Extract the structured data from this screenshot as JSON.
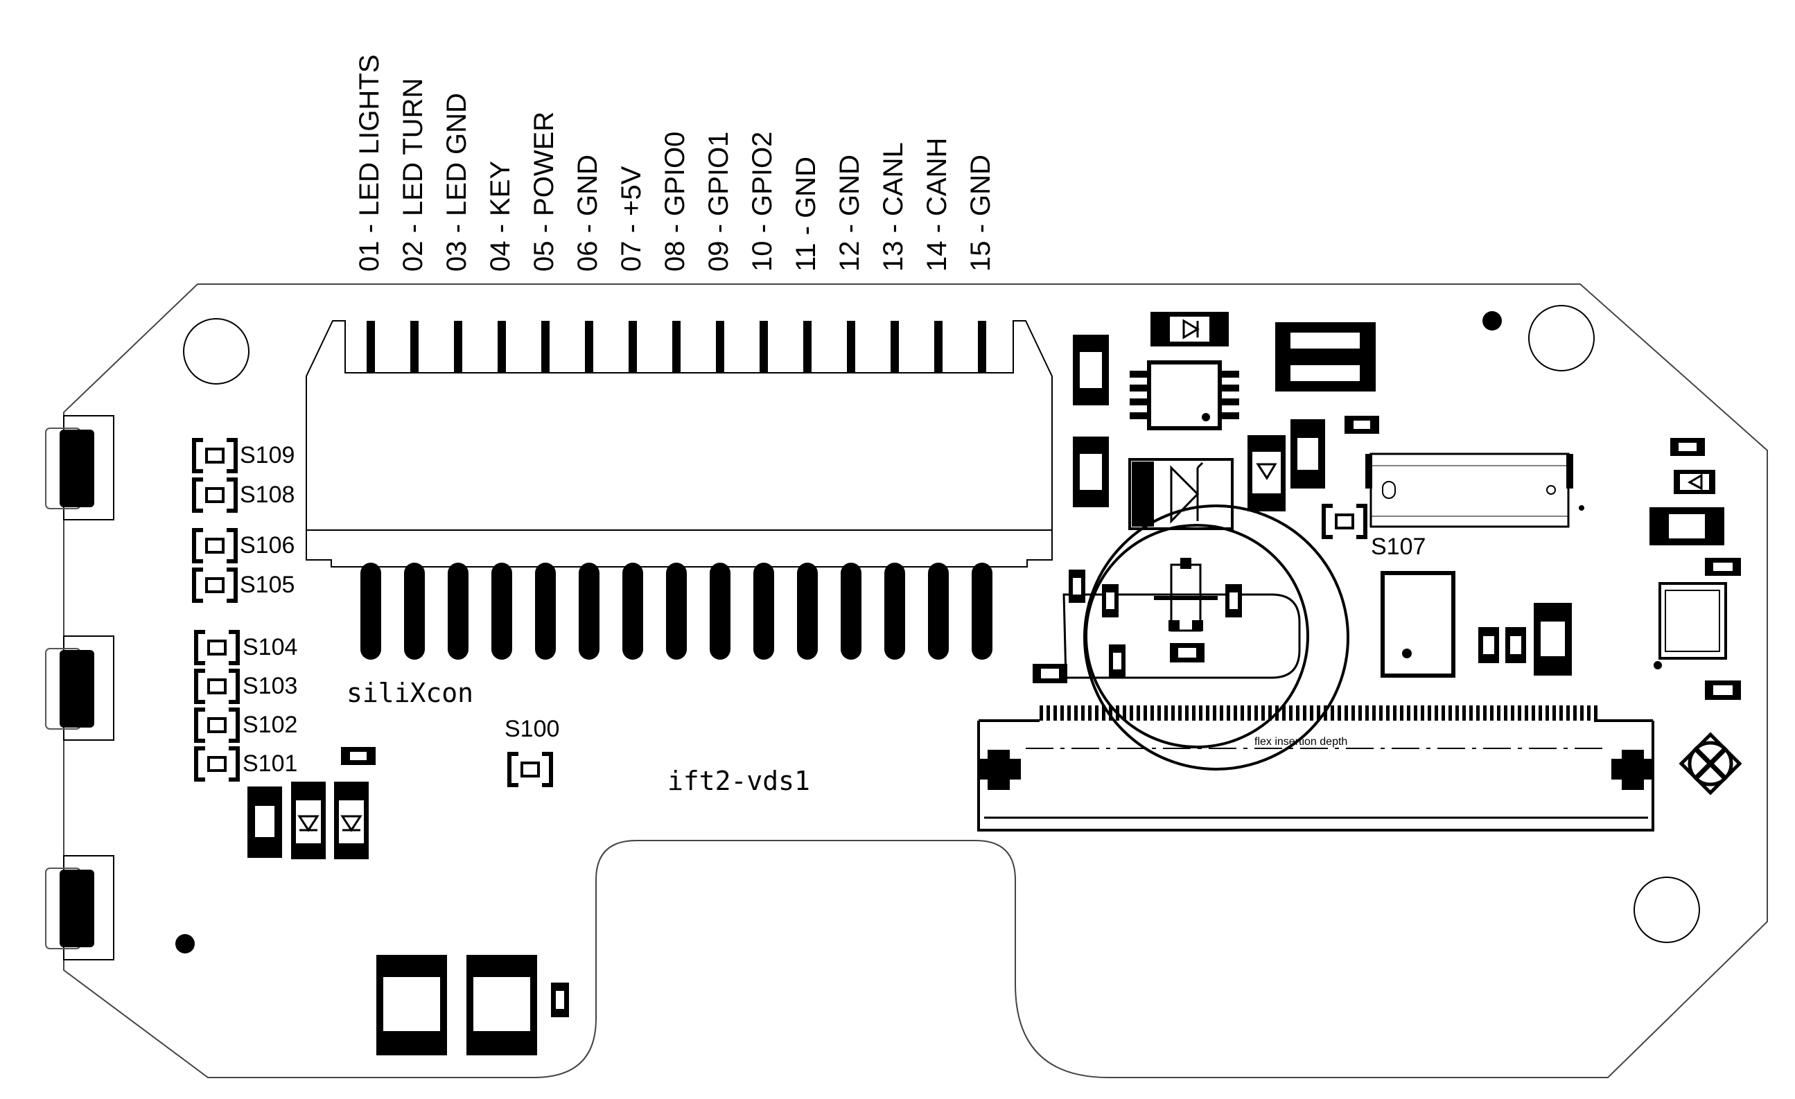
{
  "pins": [
    "01 - LED LIGHTS",
    "02 - LED TURN",
    "03 - LED GND",
    "04 - KEY",
    "05 - POWER",
    "06 - GND",
    "07 - +5V",
    "08 - GPIO0",
    "09 - GPIO1",
    "10 - GPIO2",
    "11 - GND",
    "12 - GND",
    "13 - CANL",
    "14 - CANH",
    "15 - GND"
  ],
  "test_points": {
    "s109": "S109",
    "s108": "S108",
    "s106": "S106",
    "s105": "S105",
    "s104": "S104",
    "s103": "S103",
    "s102": "S102",
    "s101": "S101",
    "s100": "S100",
    "s107": "S107"
  },
  "brand": "siliXcon",
  "board_name": "ift2-vds1",
  "flex_note": "flex insertion depth",
  "colors": {
    "ink": "#000000",
    "board": "#ffffff",
    "outline": "#333333"
  }
}
